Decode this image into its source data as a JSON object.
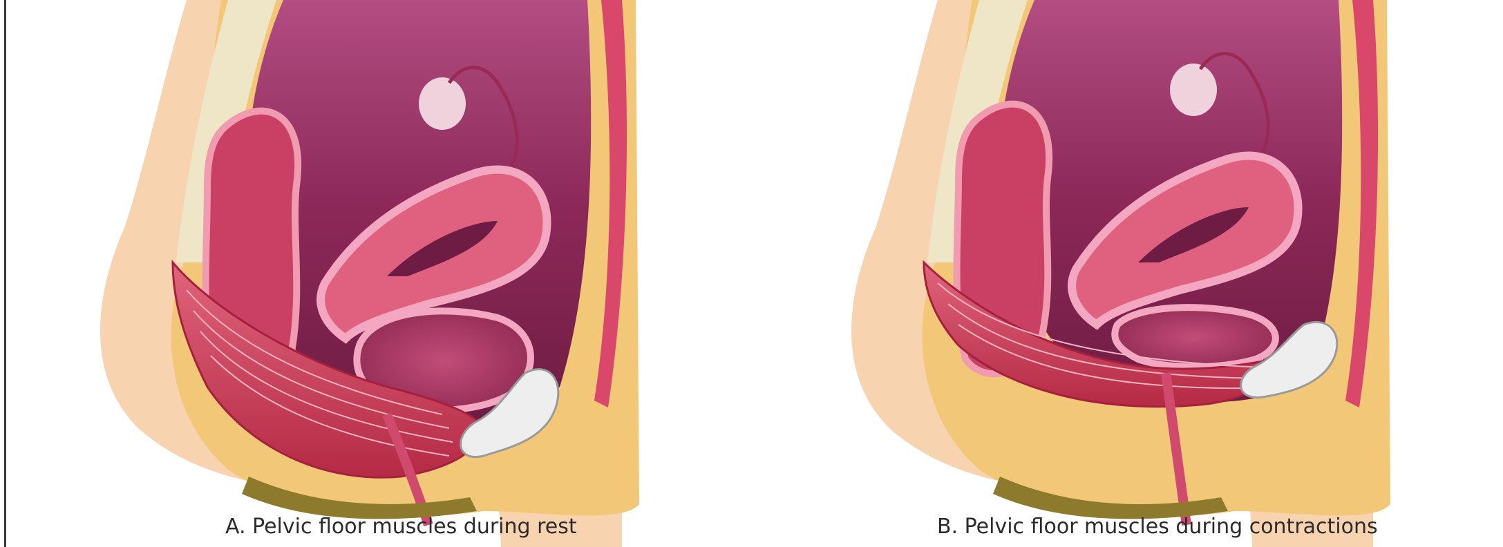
{
  "panels": [
    {
      "id": "A",
      "caption": "A. Pelvic floor muscles during rest",
      "state": "rest"
    },
    {
      "id": "B",
      "caption": "B. Pelvic floor muscles during contractions",
      "state": "contraction"
    }
  ],
  "colors": {
    "skin": "#f8d3b0",
    "fat": "#f2c777",
    "cavity": "#8c2858",
    "uterus": "#e0607f",
    "muscle": "#c8344f",
    "bladder": "#a93a62",
    "bone": "#efe6c8",
    "pubis": "#eeeeee"
  }
}
